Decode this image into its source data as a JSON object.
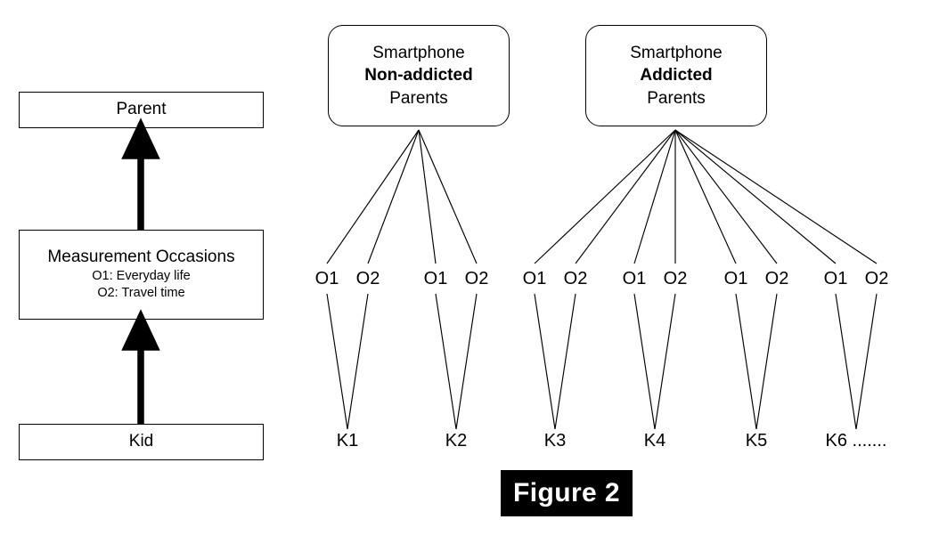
{
  "figure": {
    "caption": "Figure 2"
  },
  "left_panel": {
    "levels": [
      {
        "title": "Parent",
        "sublines": []
      },
      {
        "title": "Measurement Occasions",
        "sublines": [
          "O1: Everyday life",
          "O2: Travel time"
        ]
      },
      {
        "title": "Kid",
        "sublines": []
      }
    ],
    "arrow_up_1": "arrow-up",
    "arrow_up_2": "arrow-up"
  },
  "groups": [
    {
      "id": "non-addicted",
      "lines": [
        "Smartphone",
        "Non-addicted",
        "Parents"
      ],
      "bold_line_index": 1,
      "kids": [
        {
          "label": "K1",
          "occasions": [
            "O1",
            "O2"
          ]
        },
        {
          "label": "K2",
          "occasions": [
            "O1",
            "O2"
          ]
        }
      ]
    },
    {
      "id": "addicted",
      "lines": [
        "Smartphone",
        "Addicted",
        "Parents"
      ],
      "bold_line_index": 1,
      "kids": [
        {
          "label": "K3",
          "occasions": [
            "O1",
            "O2"
          ]
        },
        {
          "label": "K4",
          "occasions": [
            "O1",
            "O2"
          ]
        },
        {
          "label": "K5",
          "occasions": [
            "O1",
            "O2"
          ]
        },
        {
          "label": "K6 .......",
          "occasions": [
            "O1",
            "O2"
          ]
        }
      ]
    }
  ],
  "colors": {
    "stroke": "#000000",
    "background": "#ffffff",
    "caption_background": "#000000",
    "caption_text": "#ffffff"
  }
}
